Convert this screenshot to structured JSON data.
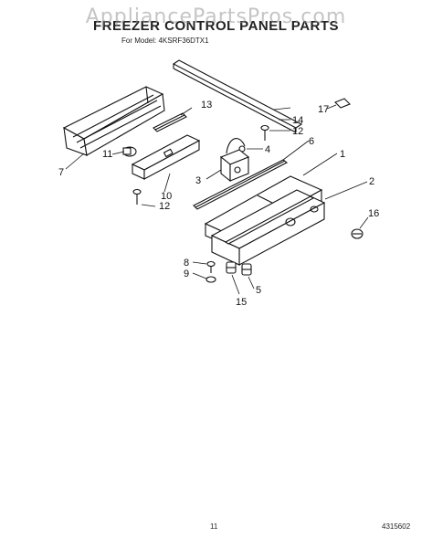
{
  "watermark": "AppliancePartsPros.com",
  "title": "FREEZER CONTROL PANEL PARTS",
  "model_line": "For Model: 4KSRF36DTX1",
  "page_number": "11",
  "doc_number": "4315602",
  "callouts": [
    "1",
    "2",
    "3",
    "4",
    "5",
    "6",
    "7",
    "8",
    "9",
    "10",
    "11",
    "12",
    "12",
    "13",
    "14",
    "15",
    "16",
    "17"
  ]
}
